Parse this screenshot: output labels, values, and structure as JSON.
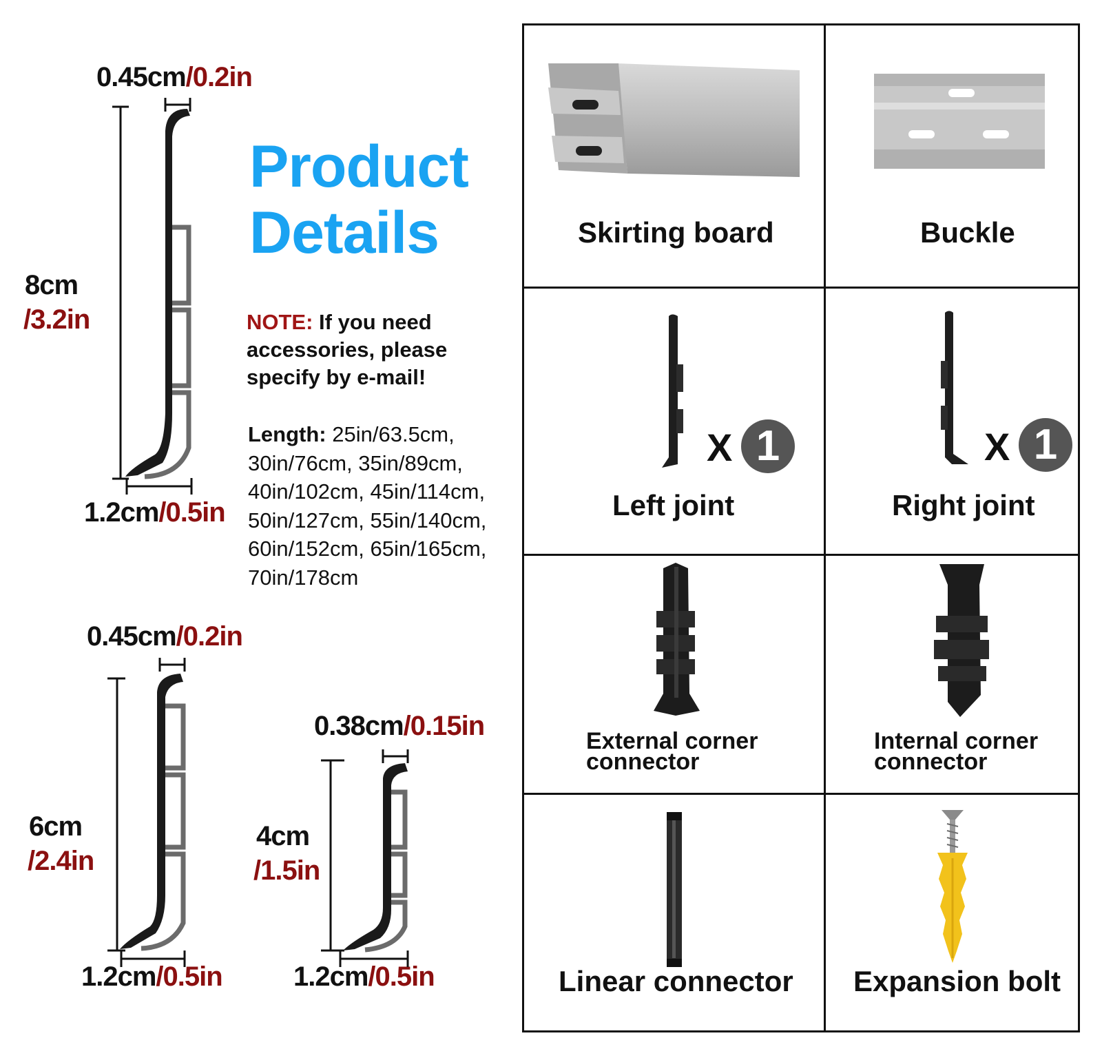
{
  "title": {
    "line1": "Product",
    "line2": "Details"
  },
  "note": {
    "label": "NOTE:",
    "line1": " If you need",
    "line2": "accessories, please",
    "line3": "specify by e-mail!"
  },
  "length": {
    "label": "Length:",
    "line1": " 25in/63.5cm,",
    "line2": "30in/76cm, 35in/89cm,",
    "line3": "40in/102cm, 45in/114cm,",
    "line4": "50in/127cm, 55in/140cm,",
    "line5": "60in/152cm, 65in/165cm,",
    "line6": "70in/178cm"
  },
  "profile_8cm": {
    "top_cm": "0.45cm",
    "top_in": "/0.2in",
    "height_cm": "8cm",
    "height_in": "/3.2in",
    "base_cm": "1.2cm",
    "base_in": "/0.5in"
  },
  "profile_6cm": {
    "top_cm": "0.45cm",
    "top_in": "/0.2in",
    "height_cm": "6cm",
    "height_in": "/2.4in",
    "base_cm": "1.2cm",
    "base_in": "/0.5in"
  },
  "profile_4cm": {
    "top_cm": "0.38cm",
    "top_in": "/0.15in",
    "height_cm": "4cm",
    "height_in": "/1.5in",
    "base_cm": "1.2cm",
    "base_in": "/0.5in"
  },
  "parts": {
    "skirting_board": "Skirting board",
    "buckle": "Buckle",
    "left_joint": "Left joint",
    "right_joint": "Right joint",
    "quantity_x": "X",
    "quantity_num": "1",
    "external_corner_line1": "External corner",
    "external_corner_line2": "connector",
    "internal_corner_line1": "Internal corner",
    "internal_corner_line2": "connector",
    "linear_connector": "Linear connector",
    "expansion_bolt": "Expansion bolt"
  },
  "colors": {
    "title_blue": "#1aa3f2",
    "inch_red": "#8b1010",
    "profile_black": "#1a1a1a",
    "profile_gray": "#6b6b6b",
    "bolt_yellow": "#f2c21b"
  }
}
